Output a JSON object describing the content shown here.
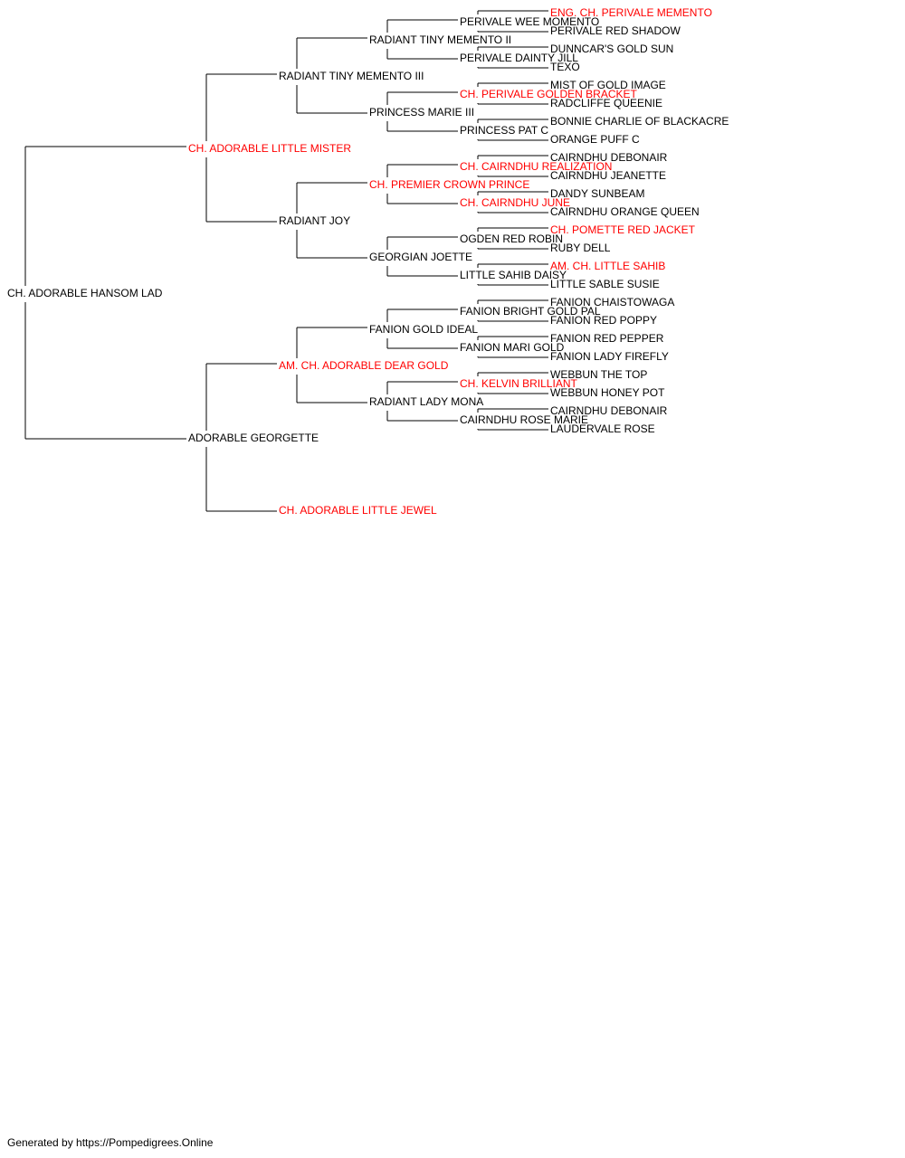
{
  "colors": {
    "champion": "#ff0000",
    "normal": "#000000",
    "line": "#000000"
  },
  "pedigree": {
    "name": "CH. ADORABLE HANSOM LAD",
    "champion": false,
    "sire": {
      "name": "CH. ADORABLE LITTLE MISTER",
      "champion": true,
      "sire": {
        "name": "RADIANT TINY MEMENTO III",
        "champion": false,
        "sire": {
          "name": "RADIANT TINY MEMENTO II",
          "champion": false,
          "sire": {
            "name": "PERIVALE WEE MOMENTO",
            "champion": false,
            "sire": {
              "name": "ENG. CH. PERIVALE MEMENTO",
              "champion": true
            },
            "dam": {
              "name": "PERIVALE RED SHADOW",
              "champion": false
            }
          },
          "dam": {
            "name": "PERIVALE DAINTY JILL",
            "champion": false,
            "sire": {
              "name": "DUNNCAR'S GOLD SUN",
              "champion": false
            },
            "dam": {
              "name": "TEXO",
              "champion": false
            }
          }
        },
        "dam": {
          "name": "PRINCESS MARIE III",
          "champion": false,
          "sire": {
            "name": "CH. PERIVALE GOLDEN BRACKET",
            "champion": true,
            "sire": {
              "name": "MIST OF GOLD IMAGE",
              "champion": false
            },
            "dam": {
              "name": "RADCLIFFE QUEENIE",
              "champion": false
            }
          },
          "dam": {
            "name": "PRINCESS PAT C",
            "champion": false,
            "sire": {
              "name": "BONNIE CHARLIE OF BLACKACRE",
              "champion": false
            },
            "dam": {
              "name": "ORANGE PUFF C",
              "champion": false
            }
          }
        }
      },
      "dam": {
        "name": "RADIANT JOY",
        "champion": false,
        "sire": {
          "name": "CH. PREMIER CROWN PRINCE",
          "champion": true,
          "sire": {
            "name": "CH. CAIRNDHU REALIZATION",
            "champion": true,
            "sire": {
              "name": "CAIRNDHU DEBONAIR",
              "champion": false
            },
            "dam": {
              "name": "CAIRNDHU JEANETTE",
              "champion": false
            }
          },
          "dam": {
            "name": "CH. CAIRNDHU JUNE",
            "champion": true,
            "sire": {
              "name": "DANDY SUNBEAM",
              "champion": false
            },
            "dam": {
              "name": "CAIRNDHU ORANGE QUEEN",
              "champion": false
            }
          }
        },
        "dam": {
          "name": "GEORGIAN JOETTE",
          "champion": false,
          "sire": {
            "name": "OGDEN RED ROBIN",
            "champion": false,
            "sire": {
              "name": "CH. POMETTE RED JACKET",
              "champion": true
            },
            "dam": {
              "name": "RUBY DELL",
              "champion": false
            }
          },
          "dam": {
            "name": "LITTLE SAHIB DAISY",
            "champion": false,
            "sire": {
              "name": "AM. CH. LITTLE SAHIB",
              "champion": true
            },
            "dam": {
              "name": "LITTLE SABLE SUSIE",
              "champion": false
            }
          }
        }
      }
    },
    "dam": {
      "name": "ADORABLE GEORGETTE",
      "champion": false,
      "sire": {
        "name": "AM. CH. ADORABLE DEAR GOLD",
        "champion": true,
        "sire": {
          "name": "FANION GOLD IDEAL",
          "champion": false,
          "sire": {
            "name": "FANION BRIGHT GOLD PAL",
            "champion": false,
            "sire": {
              "name": "FANION CHAISTOWAGA",
              "champion": false
            },
            "dam": {
              "name": "FANION RED POPPY",
              "champion": false
            }
          },
          "dam": {
            "name": "FANION MARI GOLD",
            "champion": false,
            "sire": {
              "name": "FANION RED PEPPER",
              "champion": false
            },
            "dam": {
              "name": "FANION LADY FIREFLY",
              "champion": false
            }
          }
        },
        "dam": {
          "name": "RADIANT LADY MONA",
          "champion": false,
          "sire": {
            "name": "CH. KELVIN BRILLIANT",
            "champion": true,
            "sire": {
              "name": "WEBBUN THE TOP",
              "champion": false
            },
            "dam": {
              "name": "WEBBUN HONEY POT",
              "champion": false
            }
          },
          "dam": {
            "name": "CAIRNDHU ROSE MARIE",
            "champion": false,
            "sire": {
              "name": "CAIRNDHU DEBONAIR",
              "champion": false
            },
            "dam": {
              "name": "LAUDERVALE ROSE",
              "champion": false
            }
          }
        }
      },
      "dam": {
        "name": "CH. ADORABLE LITTLE JEWEL",
        "champion": true
      }
    }
  },
  "footer": {
    "text": "Generated by https://Pompedigrees.Online"
  }
}
